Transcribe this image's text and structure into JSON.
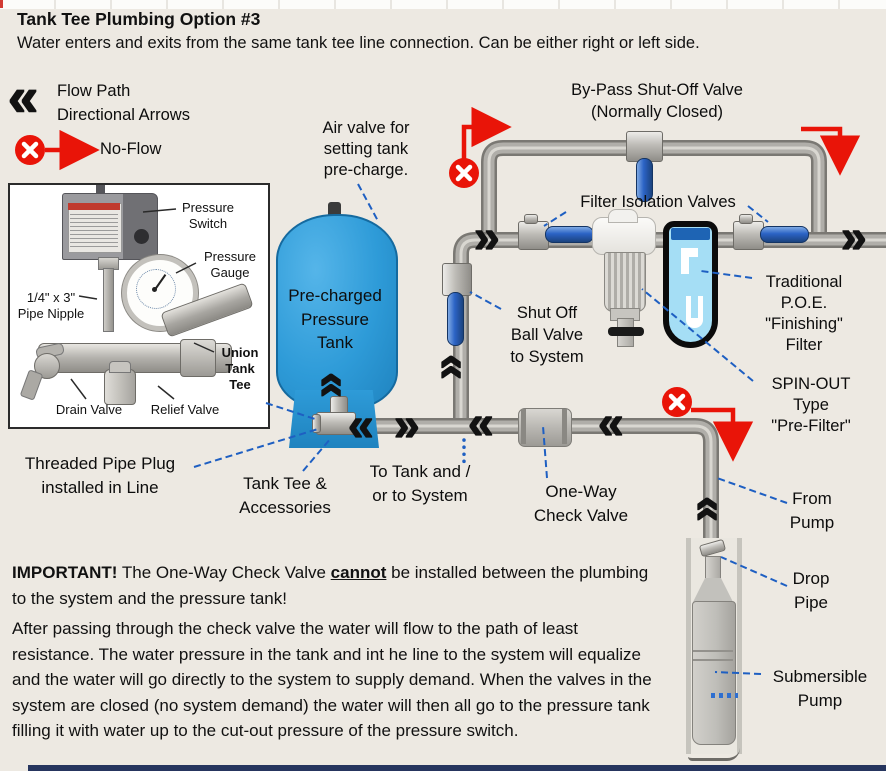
{
  "page": {
    "title": "Tank Tee Plumbing Option #3",
    "subtitle": "Water enters and exits from the same tank tee line connection. Can be either right or left side."
  },
  "legend": {
    "flow_path": "Flow Path\nDirectional Arrows",
    "no_flow": "No-Flow"
  },
  "icons": {
    "chevron_left": "«",
    "chevron_right": "»",
    "x_mark": "✕"
  },
  "diagram_labels": {
    "air_valve": "Air valve for\nsetting tank\npre-charge.",
    "bypass_valve": "By-Pass Shut-Off Valve\n(Normally Closed)",
    "filter_isolation": "Filter Isolation Valves",
    "traditional_poe": "Traditional\nP.O.E.\n\"Finishing\"\nFilter",
    "spin_out": "SPIN-OUT\nType\n\"Pre-Filter\"",
    "shut_off": "Shut Off\nBall Valve\nto System",
    "pre_charged_tank": "Pre-charged\nPressure\nTank",
    "threaded_plug": "Threaded Pipe Plug\ninstalled in Line",
    "tank_tee": "Tank Tee &\nAccessories",
    "to_tank": "To Tank and /\nor to System",
    "check_valve": "One-Way\nCheck Valve",
    "from_pump": "From\nPump",
    "drop_pipe": "Drop\nPipe",
    "submersible": "Submersible\nPump"
  },
  "inset_labels": {
    "pressure_switch": "Pressure\nSwitch",
    "pressure_gauge": "Pressure\nGauge",
    "pipe_nipple": "1/4\" x 3\"\nPipe Nipple",
    "union_tank_tee": "Union\nTank\nTee",
    "drain_valve": "Drain Valve",
    "relief_valve": "Relief Valve"
  },
  "notes": {
    "important_lead": "IMPORTANT!",
    "important_mid": " The One-Way Check Valve ",
    "important_cannot": "cannot",
    "important_tail": " be installed between the plumbing to the system and the pressure tank!",
    "body": "After passing through the check valve the water will flow to the path of least resistance. The water pressure in the  tank and int he line to the system will equalize and the water will go directly to the system to supply demand. When the valves in the system are closed (no system demand) the water will then all go to the pressure tank filling it with water up to the cut-out pressure of the pressure switch."
  },
  "colors": {
    "background": "#EDE9E2",
    "tank_blue": "#2E9BD8",
    "valve_handle_blue": "#2B63C5",
    "no_flow_red": "#E91408",
    "connector_blue": "#1E5FC2",
    "filter_light_blue": "#A5DEF5",
    "pipe_gray": "#B0AEA9"
  }
}
